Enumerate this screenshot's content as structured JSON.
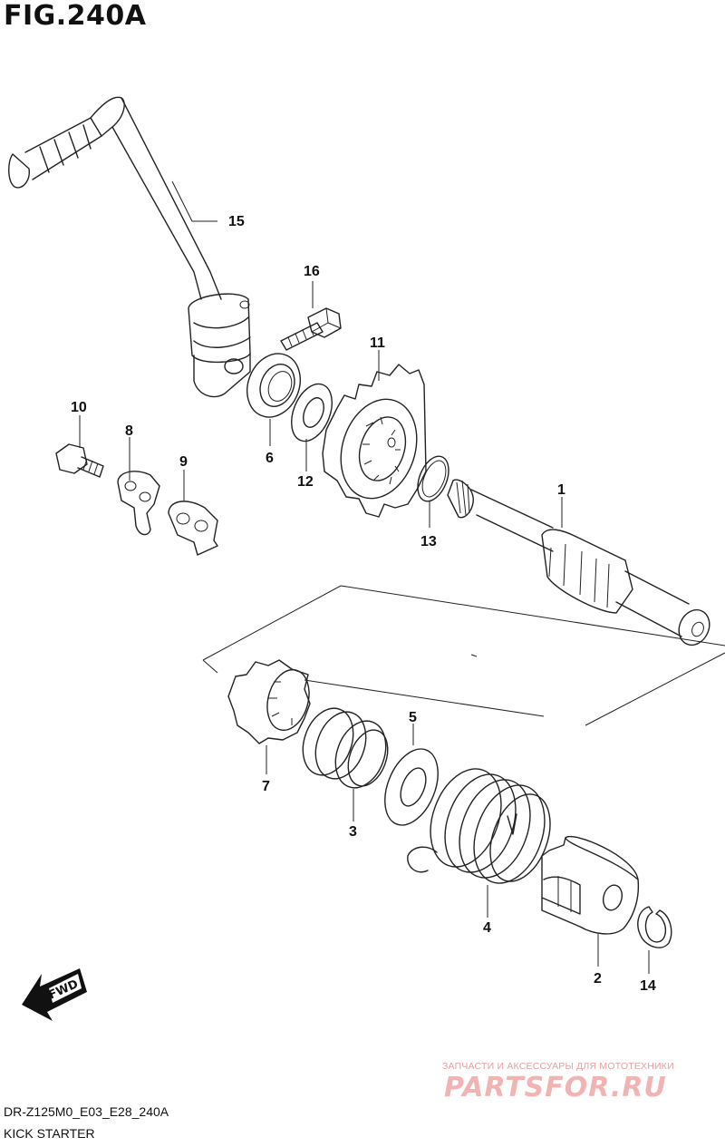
{
  "figure": {
    "title": "FIG.240A",
    "code": "DR-Z125M0_E03_E28_240A",
    "caption": "KICK STARTER"
  },
  "callouts": {
    "c1": "1",
    "c2": "2",
    "c3": "3",
    "c4": "4",
    "c5": "5",
    "c6": "6",
    "c7": "7",
    "c8": "8",
    "c9": "9",
    "c10": "10",
    "c11": "11",
    "c12": "12",
    "c13": "13",
    "c14": "14",
    "c15": "15",
    "c16": "16"
  },
  "direction_arrow": {
    "label": "FWD"
  },
  "watermark": {
    "tagline": "ЗАПЧАСТИ И АКСЕССУАРЫ ДЛЯ МОТОТЕХНИКИ",
    "brand": "PARTSFOR.RU"
  }
}
